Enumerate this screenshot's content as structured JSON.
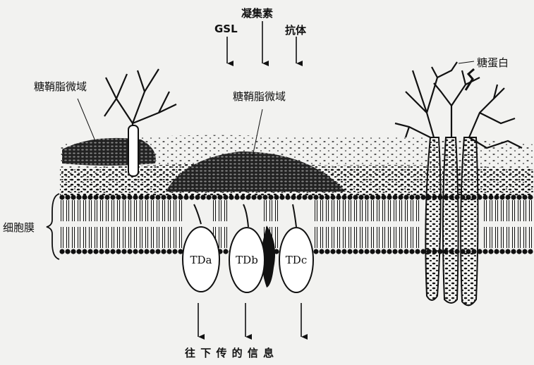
{
  "labels": {
    "lectin": "凝集素",
    "gsl": "GSL",
    "antibody": "抗体",
    "glycoprotein": "糖蛋白",
    "gem_left": "糖鞘脂微域",
    "gem_center": "糖鞘脂微域",
    "membrane": "细胞膜",
    "signal": "往 下 传 的 信 息"
  },
  "transducers": [
    "TDa",
    "TDb",
    "TDc"
  ],
  "colors": {
    "ink": "#111111",
    "paper": "#f2f2f0"
  }
}
